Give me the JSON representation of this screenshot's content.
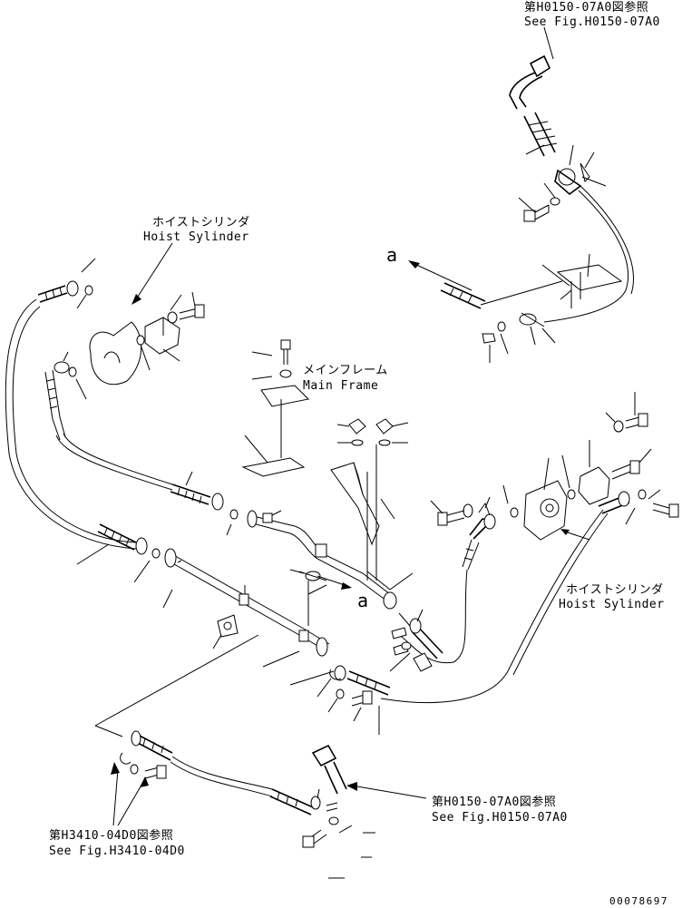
{
  "labels": {
    "ref_top_jp": "第H0150-07A0図参照",
    "ref_top_en": "See Fig.H0150-07A0",
    "hoist_left_jp": "ホイストシリンダ",
    "hoist_left_en": "Hoist Sylinder",
    "main_frame_jp": "メインフレーム",
    "main_frame_en": "Main Frame",
    "hoist_right_jp": "ホイストシリンダ",
    "hoist_right_en": "Hoist Sylinder",
    "ref_mid_jp": "第H0150-07A0図参照",
    "ref_mid_en": "See Fig.H0150-07A0",
    "ref_bottom_jp": "第H3410-04D0図参照",
    "ref_bottom_en": "See Fig.H3410-04D0",
    "marker_a_top": "a",
    "marker_a_mid": "a",
    "drawing_number": "00078697"
  }
}
